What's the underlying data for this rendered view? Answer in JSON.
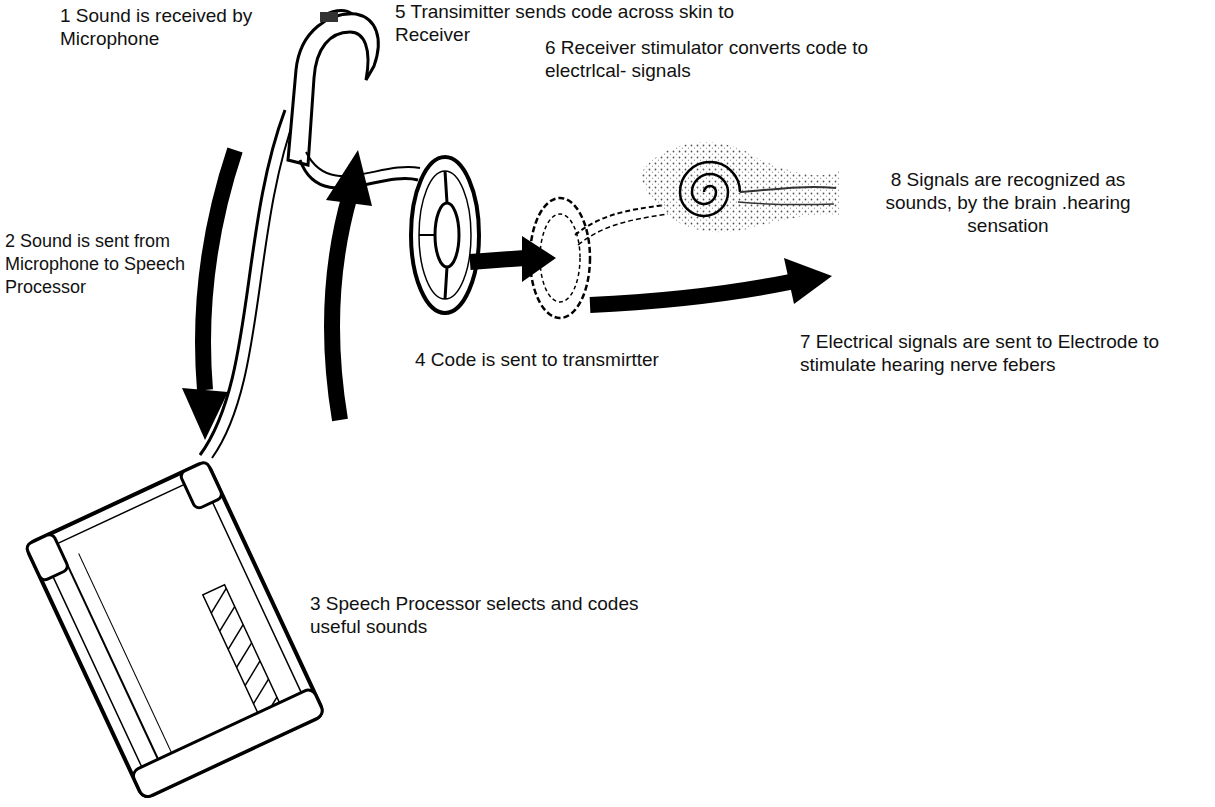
{
  "diagram": {
    "labels": [
      "1 Sound is received by Microphone",
      "5 Transimitter sends code across skin to Receiver",
      "6 Receiver stimulator converts code to electrlcal- signals",
      "2 Sound is sent from Microphone to Speech Processor",
      "8 Signals are recognized as sounds, by the brain .hearing sensation",
      "7 Electrical signals are sent to Electrode to stimulate hearing nerve febers",
      "4 Code is sent to transmirtter",
      "3 Speech Processor selects and codes useful sounds"
    ]
  }
}
